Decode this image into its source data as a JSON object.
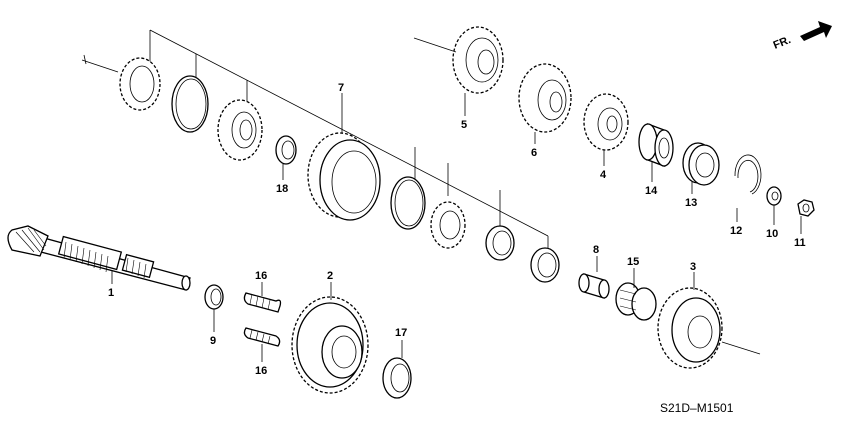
{
  "diagram": {
    "direction_label": "FR.",
    "drawing_code": "S21D–M1501",
    "callouts": [
      {
        "id": "c1",
        "text": "1"
      },
      {
        "id": "c2",
        "text": "2"
      },
      {
        "id": "c3",
        "text": "3"
      },
      {
        "id": "c4",
        "text": "4"
      },
      {
        "id": "c5",
        "text": "5"
      },
      {
        "id": "c6",
        "text": "6"
      },
      {
        "id": "c7",
        "text": "7"
      },
      {
        "id": "c8",
        "text": "8"
      },
      {
        "id": "c9",
        "text": "9"
      },
      {
        "id": "c10",
        "text": "10"
      },
      {
        "id": "c11",
        "text": "11"
      },
      {
        "id": "c12",
        "text": "12"
      },
      {
        "id": "c13",
        "text": "13"
      },
      {
        "id": "c14",
        "text": "14"
      },
      {
        "id": "c15",
        "text": "15"
      },
      {
        "id": "c16a",
        "text": "16"
      },
      {
        "id": "c16b",
        "text": "16"
      },
      {
        "id": "c17",
        "text": "17"
      },
      {
        "id": "c18",
        "text": "18"
      }
    ]
  }
}
